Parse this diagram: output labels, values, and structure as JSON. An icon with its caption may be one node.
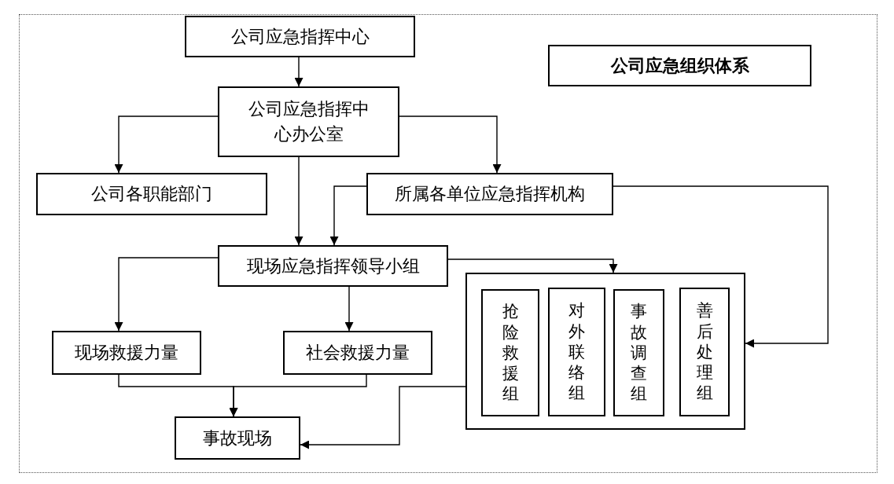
{
  "diagram": {
    "nodes": [
      {
        "text": [
          "公司应急指挥中心"
        ]
      },
      {
        "text": [
          "公司应急组织体系"
        ]
      },
      {
        "text": [
          "公司应急指挥中心办公室"
        ]
      },
      {
        "text": [
          "公司各职能部门"
        ]
      },
      {
        "text": [
          "所属各单位应急指挥机构"
        ]
      },
      {
        "text": [
          "现场应急指挥领导小组"
        ]
      },
      {
        "text": [],
        "shape": "box"
      },
      {
        "text": [
          "抢险救援组"
        ],
        "in": 6
      },
      {
        "text": [
          "对外联络组"
        ],
        "in": 6
      },
      {
        "text": [
          "事故调查组"
        ],
        "in": 6
      },
      {
        "text": [
          "善后处理组"
        ],
        "in": 6
      },
      {
        "text": [
          "现场救援力量"
        ]
      },
      {
        "text": [
          "社会救援力量"
        ]
      },
      {
        "text": [
          "事故现场"
        ]
      }
    ],
    "edges": [
      {
        "from": 0,
        "to": 2,
        "arrow": "to"
      },
      {
        "from": 2,
        "to": 3,
        "arrow": "to"
      },
      {
        "from": 2,
        "to": 4,
        "arrow": "to"
      },
      {
        "from": 2,
        "to": 5,
        "arrow": "to"
      },
      {
        "from": 4,
        "to": 5,
        "arrow": "to"
      },
      {
        "from": 4,
        "to": 6,
        "arrow": "to"
      },
      {
        "from": 5,
        "to": 6,
        "arrow": "to"
      },
      {
        "from": 5,
        "to": 11,
        "arrow": "to"
      },
      {
        "from": 5,
        "to": 12,
        "arrow": "to"
      },
      {
        "from": 11,
        "to": 13,
        "arrow": "to"
      },
      {
        "from": 12,
        "to": 13,
        "arrow": "to"
      },
      {
        "from": 6,
        "to": 13,
        "arrow": "to"
      }
    ]
  }
}
